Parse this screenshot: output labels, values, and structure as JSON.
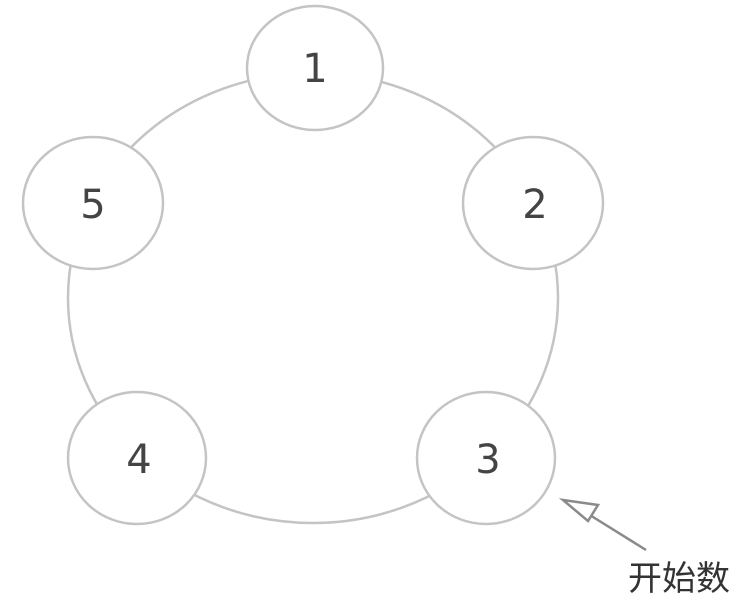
{
  "nodes": [
    {
      "label": "1"
    },
    {
      "label": "2"
    },
    {
      "label": "3"
    },
    {
      "label": "4"
    },
    {
      "label": "5"
    }
  ],
  "start_label": "开始数",
  "colors": {
    "stroke": "#c4c4c4",
    "text": "#444444",
    "arrow": "#8a8a8a"
  }
}
